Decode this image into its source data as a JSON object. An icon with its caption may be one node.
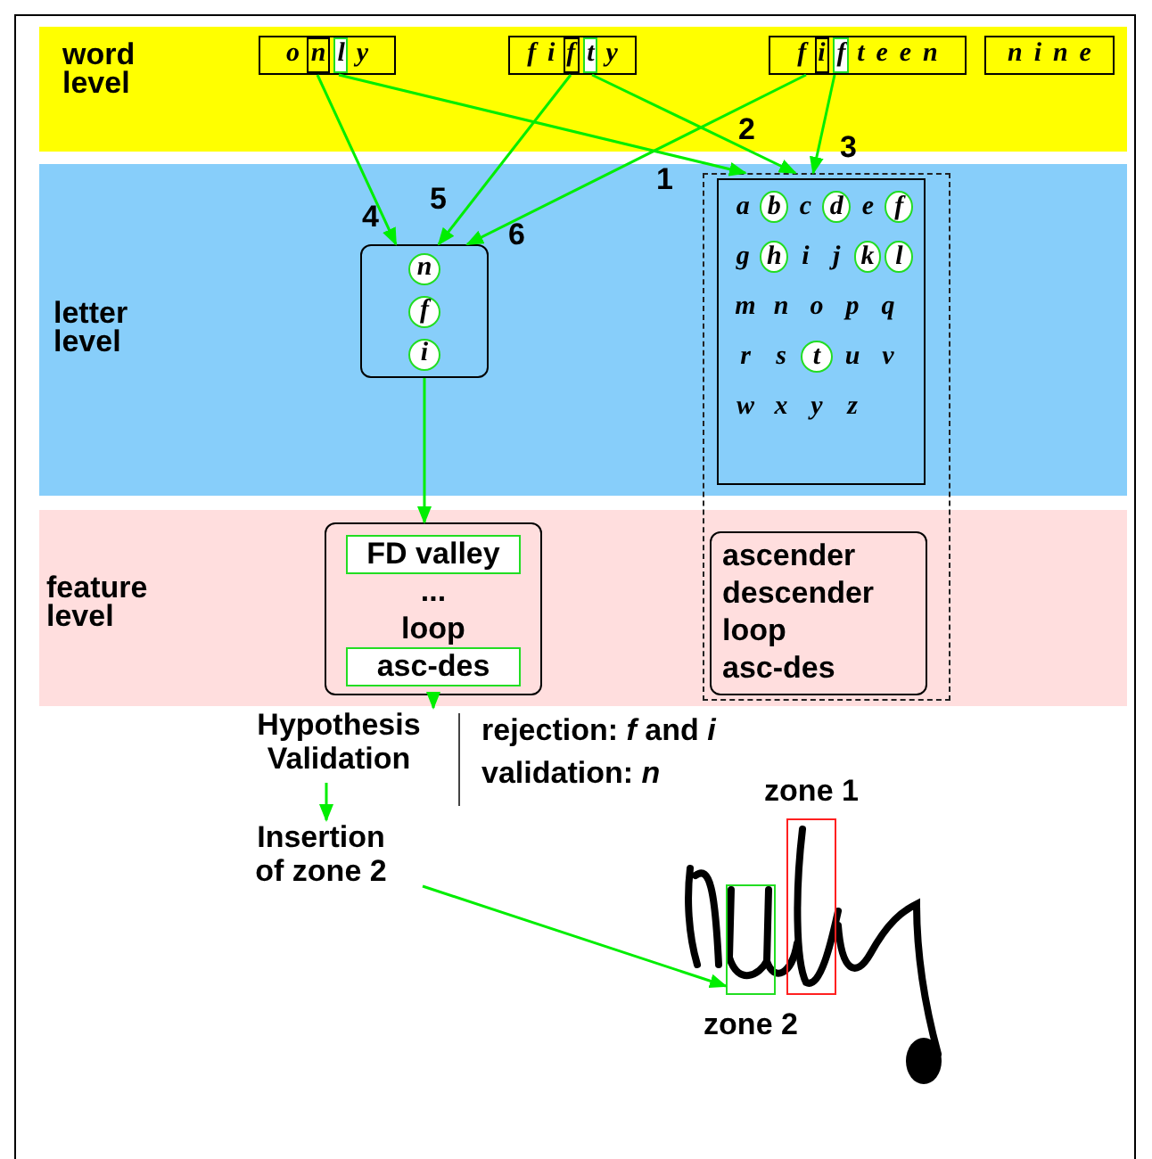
{
  "diagram": {
    "nodes": [
      {
        "text": [
          "word level"
        ]
      },
      {
        "text": [
          "o n l y"
        ],
        "in": 0
      },
      {
        "text": [
          "f i f t y"
        ],
        "in": 0
      },
      {
        "text": [
          "f i f t e e n"
        ],
        "in": 0
      },
      {
        "text": [
          "n i n e"
        ],
        "in": 0
      },
      {
        "text": [
          "letter level"
        ]
      },
      {
        "text": [
          "n",
          "f",
          "i"
        ],
        "in": 5
      },
      {
        "text": [],
        "shape": "box"
      },
      {
        "text": [
          "a b c d e f",
          "g h i j k l",
          "m n o p q",
          "r s t u v",
          "w x y z"
        ]
      },
      {
        "text": [
          "feature level"
        ]
      },
      {
        "text": [
          "FD valley",
          "...",
          "loop",
          "asc-des"
        ],
        "in": 9
      },
      {
        "text": [
          "ascender",
          "descender",
          "loop",
          "asc-des"
        ]
      },
      {
        "text": [
          "Hypothesis Validation"
        ]
      },
      {
        "text": [
          "Insertion of zone 2"
        ]
      },
      {
        "text": [],
        "shape": "picture"
      },
      {
        "text": [
          "zone 1"
        ],
        "in": 14
      },
      {
        "text": [
          "zone 2"
        ],
        "in": 14
      }
    ],
    "edges": [
      {
        "from": 1,
        "to": 6,
        "arrow": "to",
        "label": "4"
      },
      {
        "from": 1,
        "to": 7,
        "arrow": "to",
        "label": "1"
      },
      {
        "from": 2,
        "to": 6,
        "arrow": "to",
        "label": "5"
      },
      {
        "from": 2,
        "to": 7,
        "arrow": "to",
        "label": "2"
      },
      {
        "from": 3,
        "to": 6,
        "arrow": "to",
        "label": "6"
      },
      {
        "from": 3,
        "to": 7,
        "arrow": "to",
        "label": "3"
      },
      {
        "from": 6,
        "to": 10,
        "arrow": "to"
      },
      {
        "from": 10,
        "to": 12,
        "arrow": "to"
      },
      {
        "from": 12,
        "to": 13,
        "arrow": "to"
      },
      {
        "from": 13,
        "to": 16,
        "arrow": "to"
      }
    ],
    "labels": [
      "rejection: *f* and *i*",
      "validation: *n*"
    ]
  }
}
